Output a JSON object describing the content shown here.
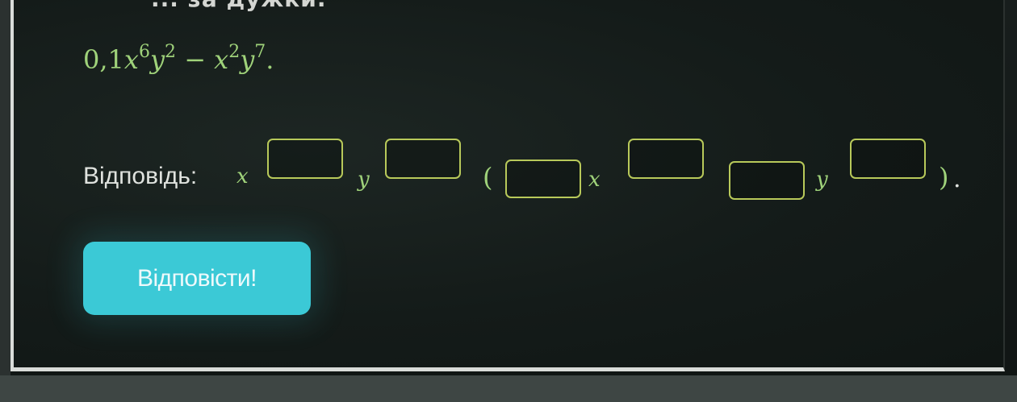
{
  "header": {
    "instruction_fragment": "... за дужки."
  },
  "task": {
    "coefficient": "0,1",
    "term1_var1": "x",
    "term1_exp1": "6",
    "term1_var2": "y",
    "term1_exp2": "2",
    "operator": "−",
    "term2_var1": "x",
    "term2_exp1": "2",
    "term2_var2": "y",
    "term2_exp2": "7",
    "end": "."
  },
  "answer": {
    "label": "Відповідь:",
    "var_x": "x",
    "var_y": "y",
    "open_paren": "(",
    "close_paren": ")",
    "end": ".",
    "inputs": {
      "x_exponent": "",
      "y_exponent": "",
      "inner_coefficient": "",
      "inner_x_exponent": "",
      "inner_term2": "",
      "inner_y_exponent": ""
    }
  },
  "actions": {
    "submit_label": "Відповісти!"
  },
  "colors": {
    "math": "#9fd27a",
    "input_border": "#b8c95a",
    "button": "#3bc9d6",
    "background": "#151a19"
  }
}
